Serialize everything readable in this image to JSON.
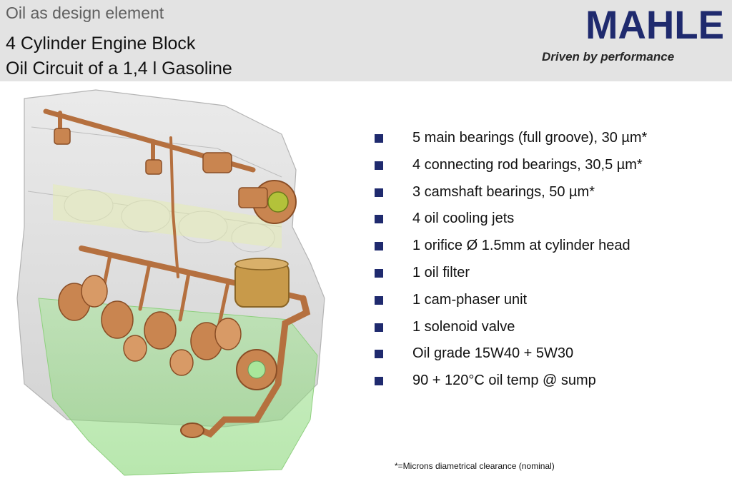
{
  "header": {
    "kicker": "Oil as design element",
    "title_line1": "4 Cylinder Engine Block",
    "title_line2": "Oil Circuit of a 1,4 l Gasoline"
  },
  "brand": {
    "logo_text": "MAHLE",
    "tagline": "Driven by performance",
    "logo_color": "#1f2a6e"
  },
  "specs": {
    "bullet_color": "#1f2a6e",
    "items": [
      "5 main bearings (full groove), 30 µm*",
      "4 connecting rod bearings, 30,5 µm*",
      "3 camshaft bearings, 50 µm*",
      "4 oil cooling jets",
      "1 orifice Ø 1.5mm at cylinder head",
      "1 oil filter",
      "1 cam-phaser unit",
      "1 solenoid valve",
      "Oil grade 15W40 + 5W30",
      "90 + 120°C oil temp @ sump"
    ]
  },
  "footnote": "*=Microns diametrical clearance (nominal)",
  "illustration": {
    "name": "engine-oil-circuit-illustration",
    "colors": {
      "block_ghost": "#c9c9c9",
      "block_green": "#8fdc7d",
      "oil_pipe": "#b5703f"
    }
  }
}
